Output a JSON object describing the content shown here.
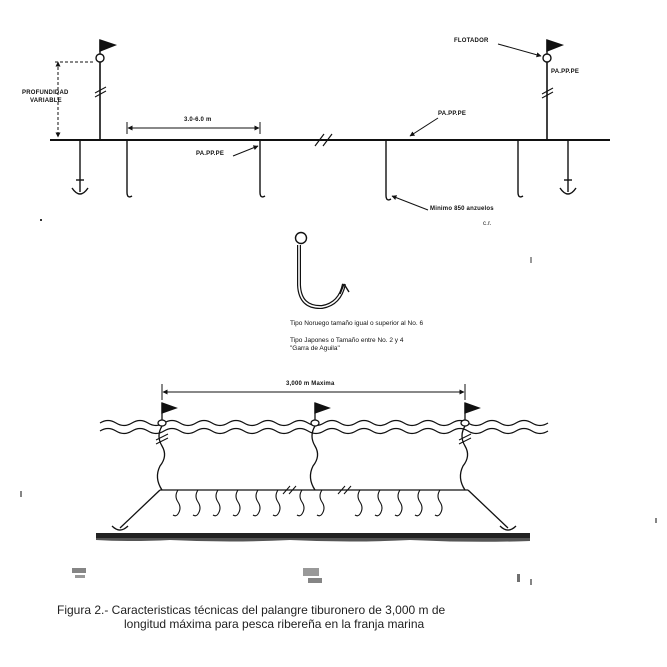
{
  "diagram": {
    "top": {
      "depth_label_1": "PROFUNDIDAD",
      "depth_label_2": "VARIABLE",
      "spacing_label": "3.0-6.0 m",
      "line_label_left": "PA.PP.PE",
      "line_label_right": "PA.PP.PE",
      "float_label": "FLOTADOR",
      "buoy_line_label": "PA.PP.PE",
      "hooks_label": "Minimo 850 anzuelos",
      "hooks_suffix": "c.r."
    },
    "hook": {
      "type_1": "Tipo Noruego  tamaño igual o superior al No. 6",
      "type_2": "Tipo Japones o   Tamaño entre No. 2 y 4",
      "type_2b": "\"Garra de Aguila\""
    },
    "bottom": {
      "length_label": "3,000 m Maxima"
    }
  },
  "caption": {
    "line1": "Figura 2.- Caracteristicas técnicas del palangre tiburonero de 3,000 m de",
    "line2": "longitud máxima para pesca  ribereña en la franja marina"
  }
}
